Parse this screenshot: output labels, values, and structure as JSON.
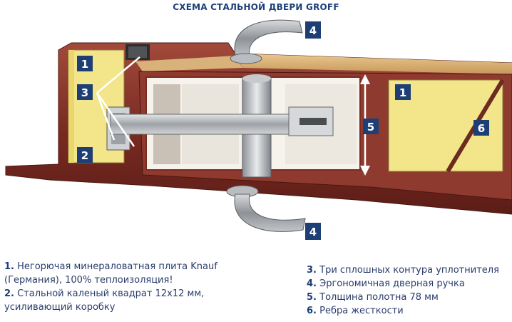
{
  "title": "СХЕМА СТАЛЬНОЙ ДВЕРИ GROFF",
  "badges": {
    "b1_left": "1",
    "b3": "3",
    "b2": "2",
    "b1_right": "1",
    "b5": "5",
    "b6": "6",
    "b4_top": "4",
    "b4_bottom": "4"
  },
  "legend_left": [
    {
      "num": "1.",
      "text": "Негорючая минераловатная плита Knauf (Германия), 100% теплоизоляция!"
    },
    {
      "num": "2.",
      "text": "Стальной каленый квадрат 12х12 мм, усиливающий коробку"
    }
  ],
  "legend_right": [
    {
      "num": "3.",
      "text": "Три сплошных контура уплотнителя"
    },
    {
      "num": "4.",
      "text": "Эргономичная дверная ручка"
    },
    {
      "num": "5.",
      "text": "Толщина полотна 78 мм"
    },
    {
      "num": "6.",
      "text": "Ребра жесткости"
    }
  ],
  "colors": {
    "badge": "#1e3f75",
    "frame": "#7a2b22",
    "insulation": "#f3e58a",
    "steel": "#b9bcc0",
    "legend_text": "#2a3c6b"
  }
}
